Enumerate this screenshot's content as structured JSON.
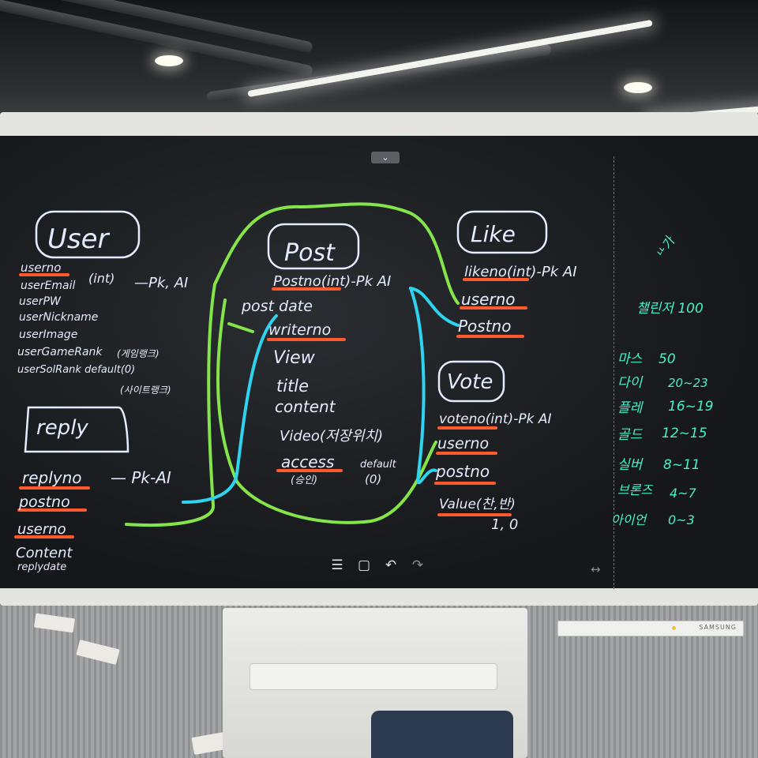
{
  "board": {
    "toolbar": {
      "menu_icon": "menu-icon",
      "page_icon": "page-icon",
      "undo_icon": "undo-icon",
      "redo_icon": "redo-icon"
    },
    "expand_icon": "chevron-down-icon",
    "resize_icon": "resize-arrows-icon"
  },
  "device": {
    "brand": "SAMSUNG"
  },
  "ink_colors": {
    "white": "#e6ecff",
    "orange": "#ff5a2e",
    "green": "#86e44b",
    "cyan": "#2fd3ee",
    "teal": "#48f0c8"
  },
  "entities": {
    "user": {
      "title": "User",
      "fields": [
        "userno",
        "(int)",
        "—Pk, AI",
        "userEmail",
        "userPW",
        "userNickname",
        "userImage",
        "userGameRank",
        "(게임랭크)",
        "userSolRank default(0)",
        "(사이트랭크)"
      ]
    },
    "reply": {
      "title": "reply",
      "fields": [
        "replyno",
        "— Pk-AI",
        "postno",
        "userno",
        "Content",
        "replydate"
      ]
    },
    "post": {
      "title": "Post",
      "fields": [
        "Postno(int)-Pk AI",
        "post date",
        "writerno",
        "View",
        "title",
        "content",
        "Video(저장위치)",
        "access",
        "default",
        "(승인)",
        "(0)"
      ]
    },
    "like": {
      "title": "Like",
      "fields": [
        "likeno(int)-Pk AI",
        "userno",
        "Postno"
      ]
    },
    "vote": {
      "title": "Vote",
      "fields": [
        "voteno(int)-Pk AI",
        "userno",
        "postno",
        "Value(찬,반)",
        "1, 0"
      ]
    }
  },
  "side_notes": {
    "scribble": "ᄔ가",
    "heading": "챌린저 100",
    "ranks": [
      {
        "name": "마스",
        "range": "50"
      },
      {
        "name": "다이",
        "range": "20~23"
      },
      {
        "name": "플레",
        "range": "16~19"
      },
      {
        "name": "골드",
        "range": "12~15"
      },
      {
        "name": "실버",
        "range": "8~11"
      },
      {
        "name": "브론즈",
        "range": "4~7"
      },
      {
        "name": "아이언",
        "range": "0~3"
      }
    ]
  }
}
